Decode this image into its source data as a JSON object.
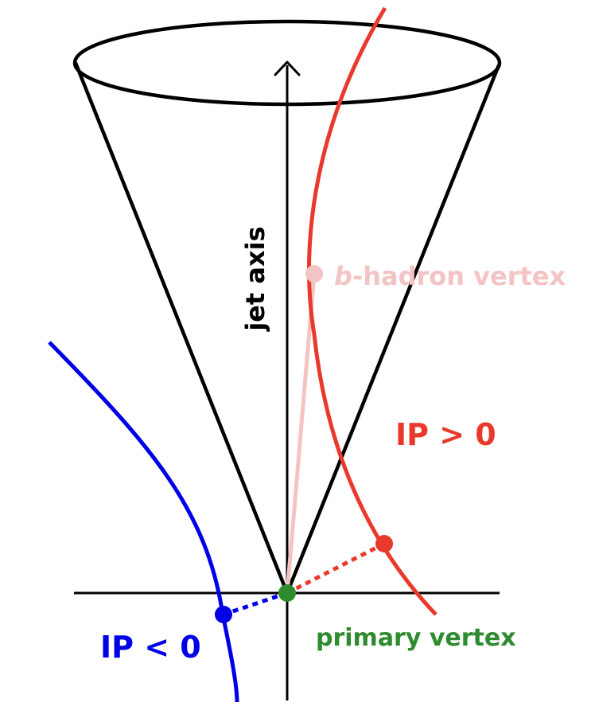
{
  "labels": {
    "jet_axis": "jet axis",
    "b_hadron_italic": "b",
    "b_hadron_rest": "-hadron vertex",
    "ip_positive": "IP > 0",
    "ip_negative": "IP < 0",
    "primary_vertex": "primary vertex"
  },
  "colors": {
    "cone": "#000000",
    "positive_track": "#e8392c",
    "negative_track": "#0000e6",
    "primary_vertex": "#2e8b2e",
    "b_hadron": "#f4c3c3"
  }
}
